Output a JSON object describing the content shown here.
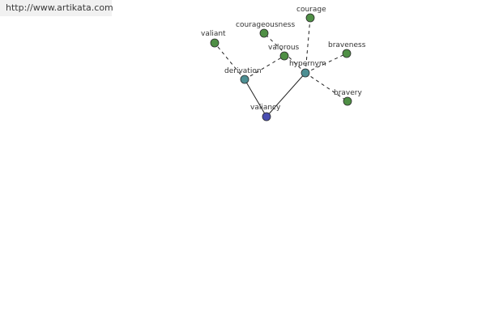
{
  "header": {
    "url": "http://www.artikata.com"
  },
  "graph": {
    "colors": {
      "root": "#4a4eb0",
      "relation": "#4d8f93",
      "word": "#4f8f45",
      "node_stroke": "#2b2b2b",
      "edge": "#222222"
    },
    "nodes": [
      {
        "id": "valiancy",
        "label": "valiancy",
        "kind": "root"
      },
      {
        "id": "derivation",
        "label": "derivation",
        "kind": "relation"
      },
      {
        "id": "hypernym",
        "label": "hypernym",
        "kind": "relation"
      },
      {
        "id": "valiant",
        "label": "valiant",
        "kind": "word"
      },
      {
        "id": "valorous",
        "label": "valorous",
        "kind": "word"
      },
      {
        "id": "courageousness",
        "label": "courageousness",
        "kind": "word"
      },
      {
        "id": "courage",
        "label": "courage",
        "kind": "word"
      },
      {
        "id": "braveness",
        "label": "braveness",
        "kind": "word"
      },
      {
        "id": "bravery",
        "label": "bravery",
        "kind": "word"
      }
    ],
    "edges": [
      {
        "from": "valiancy",
        "to": "derivation",
        "style": "solid"
      },
      {
        "from": "valiancy",
        "to": "hypernym",
        "style": "solid"
      },
      {
        "from": "derivation",
        "to": "valiant",
        "style": "dashed"
      },
      {
        "from": "derivation",
        "to": "valorous",
        "style": "dashed"
      },
      {
        "from": "hypernym",
        "to": "courageousness",
        "style": "dashed"
      },
      {
        "from": "hypernym",
        "to": "courage",
        "style": "dashed"
      },
      {
        "from": "hypernym",
        "to": "braveness",
        "style": "dashed"
      },
      {
        "from": "hypernym",
        "to": "bravery",
        "style": "dashed"
      }
    ]
  }
}
